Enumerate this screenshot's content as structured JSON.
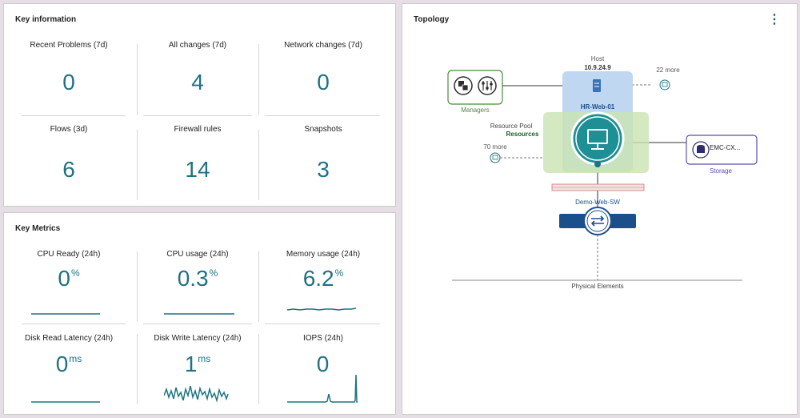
{
  "key_information": {
    "title": "Key information",
    "tiles": [
      {
        "label": "Recent Problems (7d)",
        "value": "0"
      },
      {
        "label": "All changes (7d)",
        "value": "4"
      },
      {
        "label": "Network changes (7d)",
        "value": "0"
      },
      {
        "label": "Flows (3d)",
        "value": "6"
      },
      {
        "label": "Firewall rules",
        "value": "14"
      },
      {
        "label": "Snapshots",
        "value": "3"
      }
    ]
  },
  "key_metrics": {
    "title": "Key Metrics",
    "tiles": [
      {
        "label": "CPU Ready (24h)",
        "value": "0",
        "unit": "%"
      },
      {
        "label": "CPU usage (24h)",
        "value": "0.3",
        "unit": "%"
      },
      {
        "label": "Memory usage (24h)",
        "value": "6.2",
        "unit": "%"
      },
      {
        "label": "Disk Read Latency (24h)",
        "value": "0",
        "unit": "ms"
      },
      {
        "label": "Disk Write Latency (24h)",
        "value": "1",
        "unit": "ms"
      },
      {
        "label": "IOPS (24h)",
        "value": "0",
        "unit": ""
      }
    ]
  },
  "topology": {
    "title": "Topology",
    "menu_icon": "kebab-menu-icon",
    "host_label": "Host",
    "host_ip": "10.9.24.9",
    "host_more": "22 more",
    "managers_label": "Managers",
    "vm_name": "HR-Web-01",
    "resource_pool_label": "Resource Pool",
    "resource_pool_name": "Resources",
    "pool_more": "70 more",
    "storage_name": "EMC-CX...",
    "storage_label": "Storage",
    "switch_name": "Demo-Web-SW",
    "physical_label": "Physical Elements",
    "colors": {
      "host_box": "#b9d3f0",
      "pool_box": "#c9e4b2",
      "accent": "#1e7283",
      "switch": "#1b4f8c",
      "storage": "#5b4fa8",
      "managers": "#4b8a3c"
    }
  }
}
